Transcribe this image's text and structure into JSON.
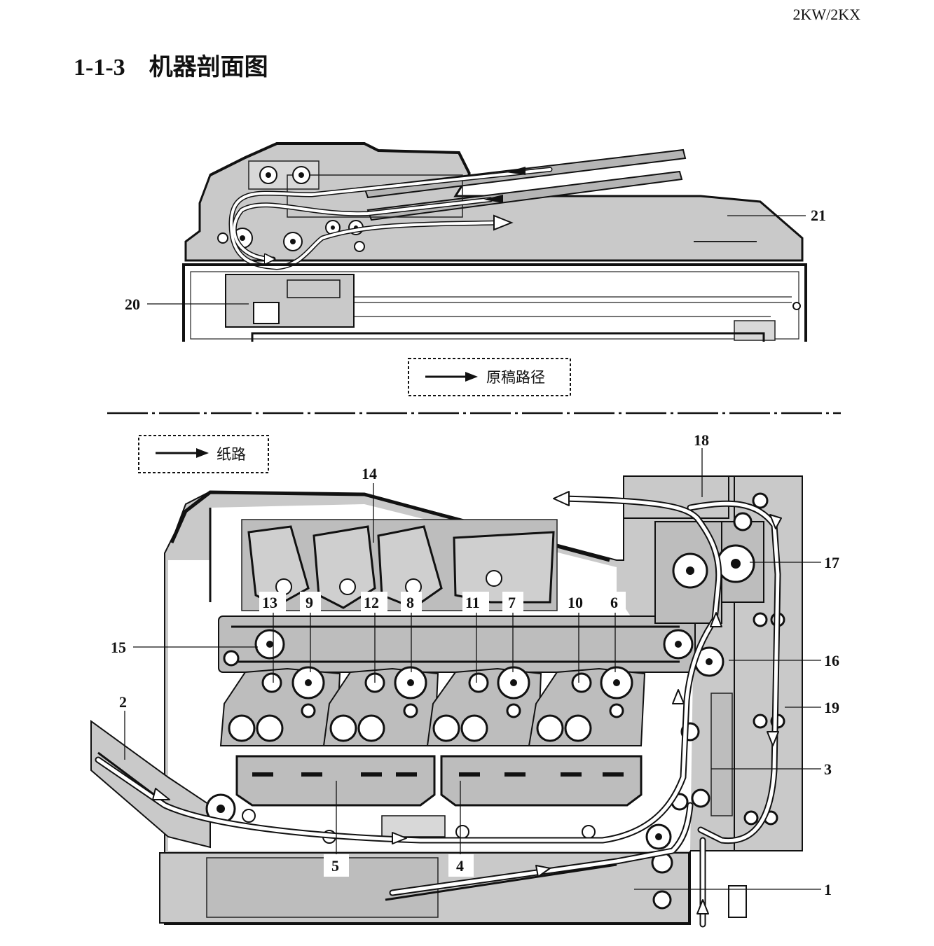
{
  "header": {
    "model_code": "2KW/2KX"
  },
  "section": {
    "number": "1-1-3",
    "title": "机器剖面图"
  },
  "legends": {
    "original_path": "原稿路径",
    "paper_path": "纸路"
  },
  "callouts": {
    "c1": "1",
    "c2": "2",
    "c3": "3",
    "c4": "4",
    "c5": "5",
    "c6": "6",
    "c7": "7",
    "c8": "8",
    "c9": "9",
    "c10": "10",
    "c11": "11",
    "c12": "12",
    "c13": "13",
    "c14": "14",
    "c15": "15",
    "c16": "16",
    "c17": "17",
    "c18": "18",
    "c19": "19",
    "c20": "20",
    "c21": "21"
  },
  "colors": {
    "body": "#c9c9c9",
    "dark": "#1a1a1a",
    "path": "#ffffff"
  }
}
